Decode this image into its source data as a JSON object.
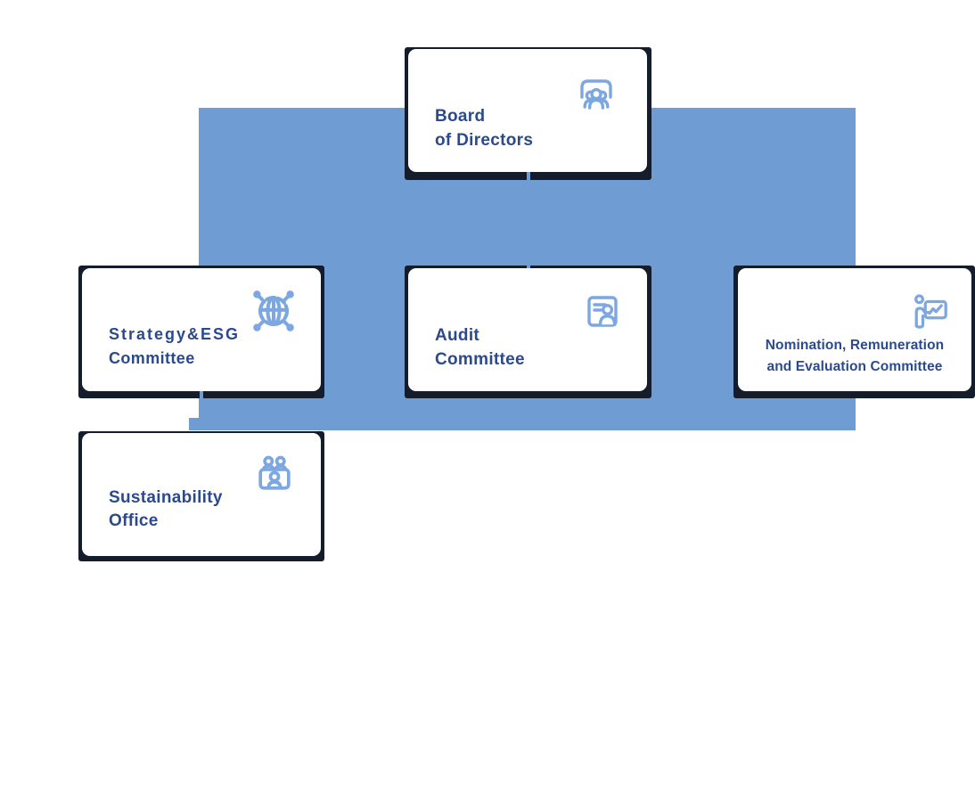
{
  "diagram": {
    "type": "org-chart",
    "nodes": {
      "board": {
        "line1": "Board",
        "line2": "of Directors",
        "icon": "board-members-icon"
      },
      "strategy": {
        "line1": "Strategy&ESG",
        "line2": "Committee",
        "icon": "globe-network-icon"
      },
      "audit": {
        "line1": "Audit",
        "line2": "Committee",
        "icon": "document-person-icon"
      },
      "nomination": {
        "line1": "Nomination, Remuneration",
        "line2": "and Evaluation Committee",
        "icon": "presentation-chart-icon"
      },
      "sustainability": {
        "line1": "Sustainability",
        "line2": "Office",
        "icon": "meeting-desk-icon"
      }
    },
    "edges": [
      [
        "board",
        "strategy"
      ],
      [
        "board",
        "audit"
      ],
      [
        "board",
        "nomination"
      ],
      [
        "strategy",
        "sustainability"
      ]
    ],
    "colors": {
      "connector": "#6f9dd3",
      "shadow": "#151c2b",
      "label": "#2b4a8e",
      "icon_stroke": "#7da7e1",
      "card": "#ffffff"
    }
  }
}
